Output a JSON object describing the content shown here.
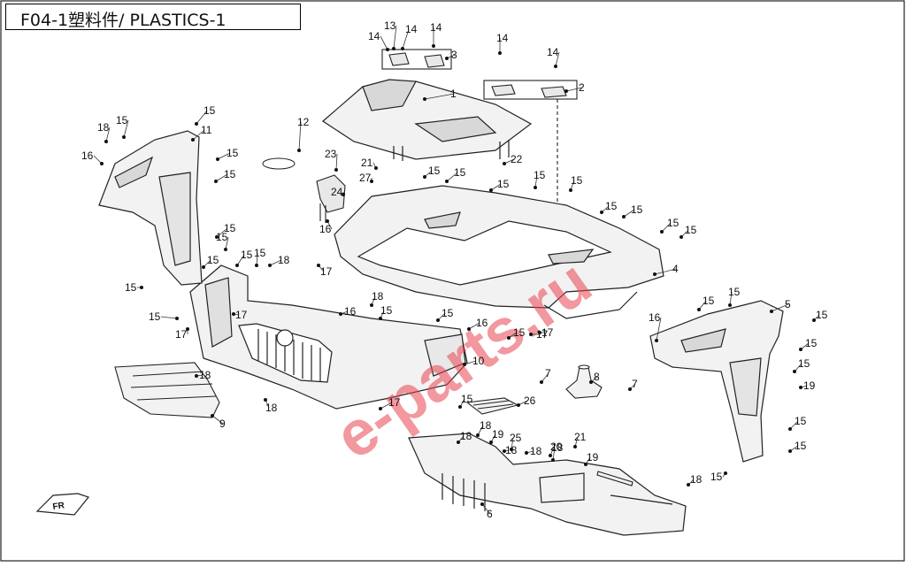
{
  "page": {
    "title": "F04-1塑料件/ PLASTICS-1"
  },
  "watermark": {
    "text": "e-parts.ru",
    "color": "#e8434e"
  },
  "direction_marker": {
    "label": "FR"
  },
  "colors": {
    "line": "#222222",
    "part_fill": "#f2f2f2",
    "part_shade": "#d8d8d8"
  },
  "callouts": [
    "1",
    "2",
    "3",
    "4",
    "5",
    "6",
    "7",
    "7",
    "8",
    "9",
    "10",
    "11",
    "12",
    "13",
    "14",
    "14",
    "14",
    "14",
    "14",
    "15",
    "15",
    "15",
    "15",
    "15",
    "15",
    "15",
    "15",
    "15",
    "15",
    "15",
    "15",
    "15",
    "15",
    "15",
    "15",
    "15",
    "15",
    "15",
    "15",
    "15",
    "15",
    "15",
    "15",
    "15",
    "15",
    "15",
    "15",
    "15",
    "15",
    "15",
    "15",
    "16",
    "16",
    "16",
    "16",
    "16",
    "17",
    "17",
    "17",
    "17",
    "17",
    "17",
    "18",
    "18",
    "18",
    "18",
    "18",
    "18",
    "18",
    "18",
    "18",
    "18",
    "18",
    "19",
    "19",
    "19",
    "20",
    "21",
    "21",
    "22",
    "23",
    "24",
    "25",
    "26",
    "27"
  ]
}
